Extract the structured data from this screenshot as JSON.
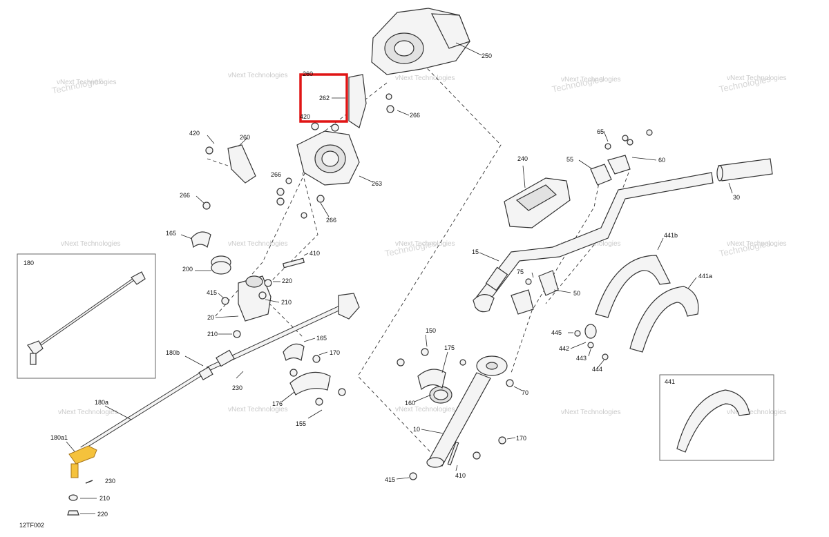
{
  "figure_id": "12TF002",
  "watermark": "vNext Technologies",
  "highlight_label": "262",
  "callouts": {
    "c250": "250",
    "c260a": "260",
    "c262": "262",
    "c420a": "420",
    "c266a": "266",
    "c420b": "420",
    "c260b": "260",
    "c266b": "266",
    "c266c": "266",
    "c263": "263",
    "c266d": "266",
    "c165a": "165",
    "c410a": "410",
    "c200": "200",
    "c220a": "220",
    "c415a": "415",
    "c210a": "210",
    "c20": "20",
    "c210b": "210",
    "c165b": "165",
    "c170a": "170",
    "c180b": "180b",
    "c230a": "230",
    "c176": "176",
    "c155": "155",
    "c180a": "180a",
    "c180a1": "180a1",
    "c230b": "230",
    "c210c": "210",
    "c220b": "220",
    "c180": "180",
    "c240": "240",
    "c65": "65",
    "c55": "55",
    "c60": "60",
    "c30": "30",
    "c15": "15",
    "c75": "75",
    "c50": "50",
    "c441b": "441b",
    "c441a": "441a",
    "c445": "445",
    "c442": "442",
    "c443": "443",
    "c444": "444",
    "c150": "150",
    "c175": "175",
    "c160": "160",
    "c70": "70",
    "c10": "10",
    "c170b": "170",
    "c410b": "410",
    "c415b": "415",
    "c441": "441"
  },
  "colors": {
    "highlight_box": "#e01515",
    "highlighted_part": "#f5c23c",
    "line": "#333333",
    "watermark": "#c9c9c9"
  }
}
